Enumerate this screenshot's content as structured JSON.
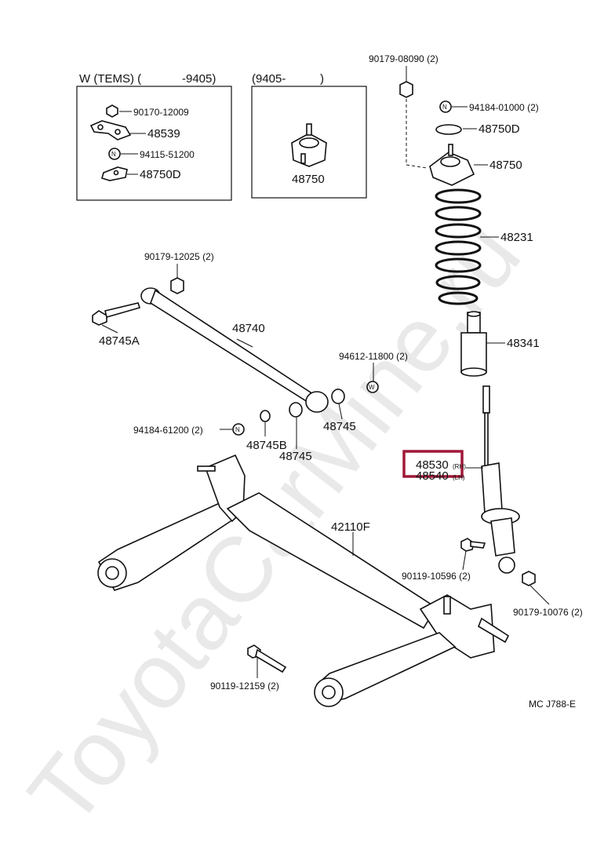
{
  "watermark": "ToyotaCarMine.ru",
  "inset_left": {
    "header_prefix": "W (TEMS) (",
    "header_range": "-9405)",
    "parts": [
      "90170-12009",
      "48539",
      "94115-51200",
      "48750D"
    ]
  },
  "inset_right": {
    "header_range": "(9405-",
    "header_close": ")",
    "part": "48750"
  },
  "labels": {
    "p90179_08090": "90179-08090 (2)",
    "p94184_01000": "94184-01000 (2)",
    "p48750D": "48750D",
    "p48750": "48750",
    "p48231": "48231",
    "p48341": "48341",
    "p94612_11800": "94612-11800 (2)",
    "p90179_12025": "90179-12025 (2)",
    "p48745A": "48745A",
    "p48740": "48740",
    "p94184_61200": "94184-61200 (2)",
    "p48745B": "48745B",
    "p48745_a": "48745",
    "p48745_b": "48745",
    "p48530": "48530",
    "p48530_sfx": "(RH)",
    "p48540": "48540",
    "p48540_sfx": "(LH)",
    "p42110F": "42110F",
    "p90119_10596": "90119-10596 (2)",
    "p90179_10076": "90179-10076 (2)",
    "p90119_12159": "90119-12159 (2)",
    "diagram_code": "MC J788-E"
  },
  "icons": {
    "n_marker": "N",
    "w_marker": "W"
  },
  "highlight": {
    "target": "48530",
    "color": "#a01838"
  }
}
